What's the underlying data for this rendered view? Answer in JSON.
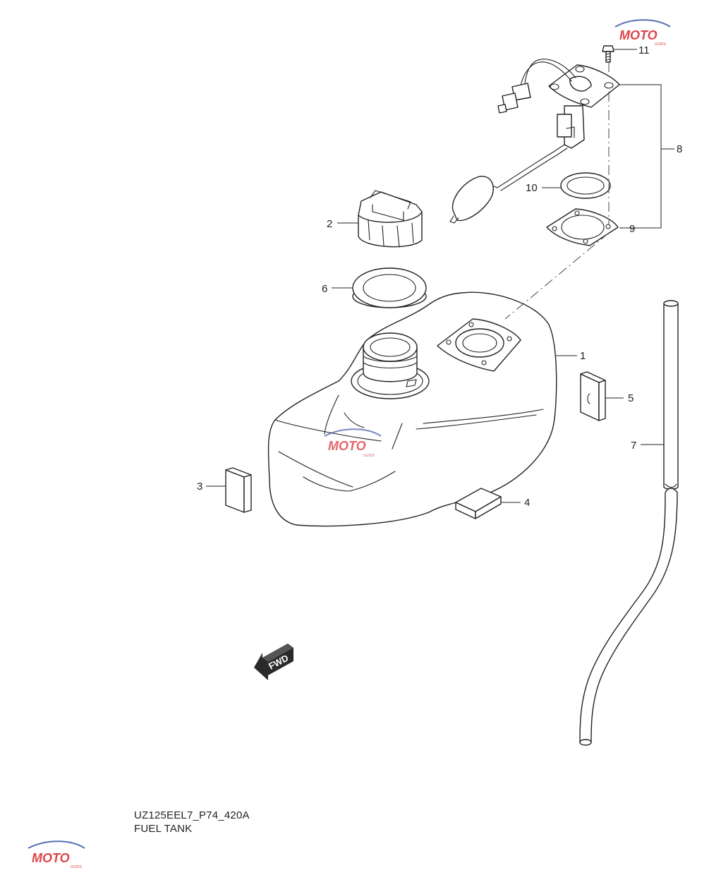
{
  "drawing": {
    "code": "UZ125EEL7_P74_420A",
    "title": "FUEL TANK"
  },
  "fwd_label": "FWD",
  "watermark": {
    "text": "MOTO",
    "subtext": "GUIDS",
    "colors": {
      "primary": "#d9252a",
      "accent": "#3a56a8",
      "grey": "#9a9a9a"
    }
  },
  "callouts": [
    "1",
    "2",
    "3",
    "4",
    "5",
    "6",
    "7",
    "8",
    "9",
    "10",
    "11"
  ]
}
